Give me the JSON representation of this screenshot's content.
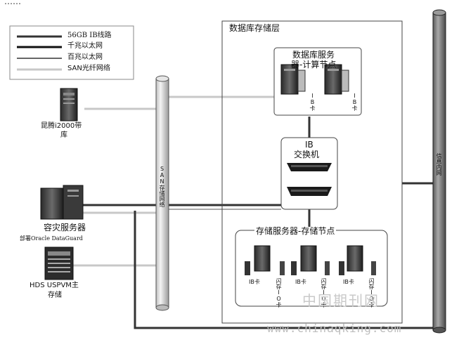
{
  "header_fragment": "……",
  "legend": {
    "items": [
      {
        "label": "56GB IB线路",
        "color": "#333333"
      },
      {
        "label": "千兆以太网",
        "color": "#111111"
      },
      {
        "label": "百兆以太网",
        "color": "#666666"
      },
      {
        "label": "SAN光纤网络",
        "color": "#c8c8c8"
      }
    ]
  },
  "tape_library": {
    "label_line1": "昆腾i2000带",
    "label_line2": "库"
  },
  "san_network": {
    "label": "SAN存储网络"
  },
  "db_storage_layer": {
    "title": "数据库存储层"
  },
  "db_server_group": {
    "title_line1": "数据库服务",
    "title_line2": "器-计算节点",
    "ib_card_label": "IB卡"
  },
  "ib_switch": {
    "title_line1": "IB",
    "title_line2": "交换机"
  },
  "storage_group": {
    "title": "存储服务器-存储节点",
    "ib_card_label": "IB卡",
    "flash_card_label": "闪存IO卡"
  },
  "dr_server": {
    "label": "容灾服务器",
    "note": "部署Oracle DataGuard"
  },
  "hds_storage": {
    "label_line1": "HDS USPVM主",
    "label_line2": "存储"
  },
  "intranet": {
    "label": "信息内网"
  },
  "watermark": {
    "cn": "中国期刊网",
    "url": "www.chinaqking.com"
  }
}
